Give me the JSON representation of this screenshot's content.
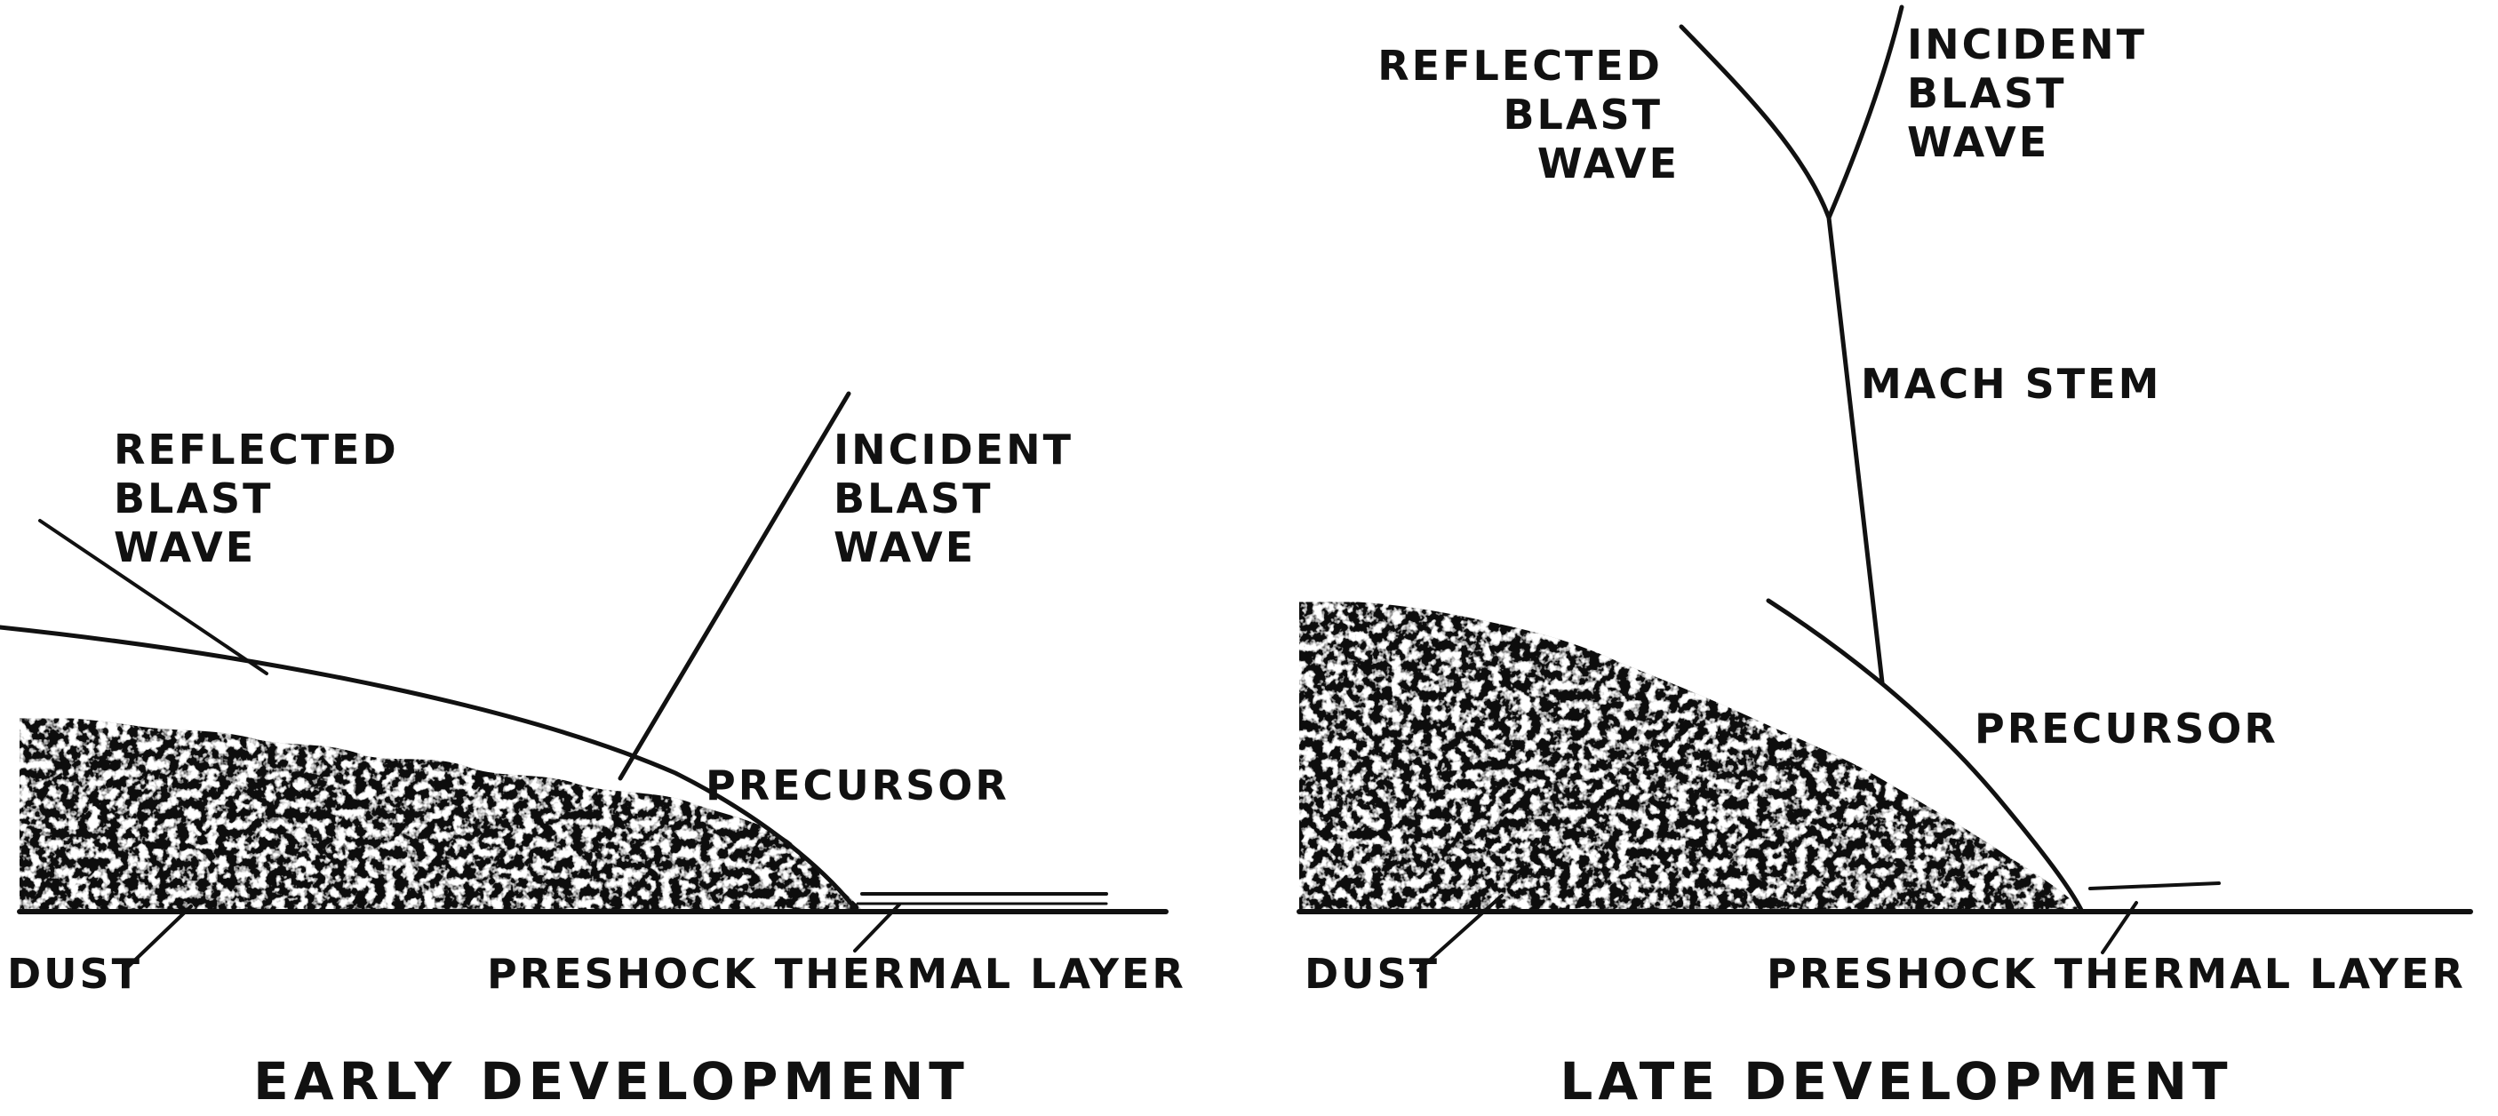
{
  "panels": [
    {
      "caption": "EARLY DEVELOPMENT",
      "labels": {
        "reflected": [
          "REFLECTED",
          "BLAST",
          "WAVE"
        ],
        "incident": [
          "INCIDENT",
          "BLAST",
          "WAVE"
        ],
        "precursor": "PRECURSOR",
        "dust": "DUST",
        "thermal": "PRESHOCK THERMAL LAYER"
      }
    },
    {
      "caption": "LATE DEVELOPMENT",
      "labels": {
        "reflected": [
          "REFLECTED",
          "BLAST",
          "WAVE"
        ],
        "incident": [
          "INCIDENT",
          "BLAST",
          "WAVE"
        ],
        "mach": "MACH STEM",
        "precursor": "PRECURSOR",
        "dust": "DUST",
        "thermal": "PRESHOCK THERMAL LAYER"
      }
    }
  ],
  "colors": {
    "ink": "#111111",
    "paper": "#ffffff"
  }
}
